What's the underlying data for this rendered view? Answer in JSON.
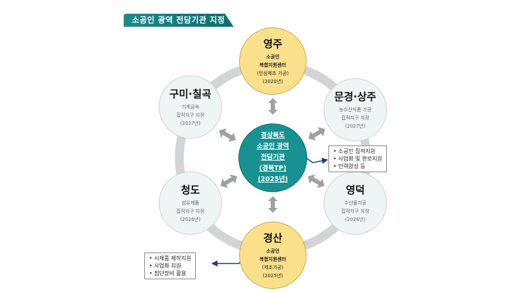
{
  "title": "소공인 광역 전담기관 지정",
  "center": {
    "lines": [
      "경상북도",
      "소공인 광역",
      "전담기관",
      "(경북TP)",
      "(2025년)"
    ]
  },
  "nodes": {
    "yeongju": {
      "name": "영주",
      "lines": [
        "소공인",
        "복합지원센터",
        "(인삼제조 가공)",
        "(2020년)"
      ]
    },
    "gumi": {
      "name": "구미·칠곡",
      "lines": [
        "기계금속",
        "집적지구 지정",
        "(2027년)"
      ]
    },
    "mungyeong": {
      "name": "문경·상주",
      "lines": [
        "농수산식품 가공",
        "집적지구 지정",
        "(2027년)"
      ]
    },
    "cheongdo": {
      "name": "청도",
      "lines": [
        "섬유제품",
        "집적지구 지정",
        "(2026년)"
      ]
    },
    "yeongdeok": {
      "name": "영덕",
      "lines": [
        "수산물가공",
        "집적지구 지정",
        "(2026년)"
      ]
    },
    "gyeongsan": {
      "name": "경산",
      "lines": [
        "소공인",
        "복합지원센터",
        "(제조가공)",
        "(2025년)"
      ]
    }
  },
  "box_center": [
    "소공인 집적지원",
    "사업화 및 판로지원",
    "인력양성 등"
  ],
  "box_gyeongsan": [
    "시제품 제작지원",
    "사업화 지원",
    "첨단장비 활용"
  ]
}
